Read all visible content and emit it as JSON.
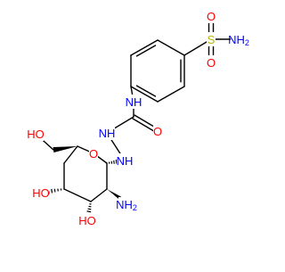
{
  "molecule": {
    "colors": {
      "bond": "#000000",
      "oxygen": "#ff0000",
      "nitrogen": "#0000ff",
      "sulfur": "#b8b800",
      "background": "#ffffff"
    },
    "atoms": [
      {
        "id": "s1",
        "label": "S",
        "element": "S"
      },
      {
        "id": "o_s_top",
        "label": "O",
        "element": "O"
      },
      {
        "id": "o_s_bottom",
        "label": "O",
        "element": "O"
      },
      {
        "id": "n_sulfonamide",
        "label": "NH",
        "sub": "2",
        "element": "N"
      },
      {
        "id": "nh_urea",
        "label": "NH",
        "element": "N"
      },
      {
        "id": "o_carbonyl",
        "label": "O",
        "element": "O"
      },
      {
        "id": "nh_hydrazine_a",
        "label": "NH",
        "element": "N"
      },
      {
        "id": "nh_hydrazine_b",
        "label": "NH",
        "element": "N"
      },
      {
        "id": "o_ring",
        "label": "O",
        "element": "O"
      },
      {
        "id": "o_ch2oh",
        "label": "HO",
        "element": "O"
      },
      {
        "id": "o_c4",
        "label": "HO",
        "element": "O"
      },
      {
        "id": "o_c3",
        "label": "HO",
        "element": "O"
      },
      {
        "id": "n_c2",
        "label": "NH",
        "sub": "2",
        "element": "N"
      }
    ]
  }
}
